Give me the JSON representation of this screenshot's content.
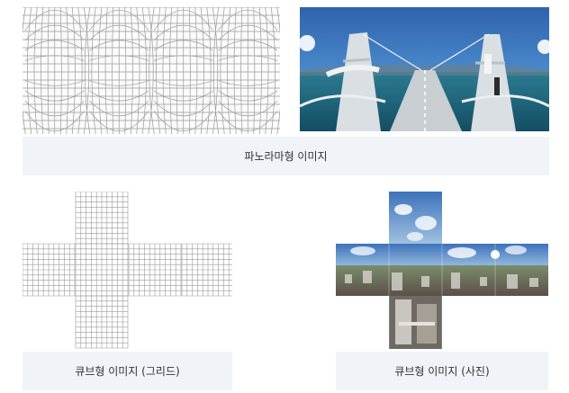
{
  "panorama_caption": "파노라마형 이미지",
  "cube_grid_caption": "큐브형 이미지 (그리드)",
  "cube_photo_caption": "큐브형 이미지 (사진)",
  "colors": {
    "caption_bg": "#f0f3f7",
    "grid_line": "#9a9a9a",
    "sky": "#3f78bf",
    "sea": "#1f6a86"
  }
}
